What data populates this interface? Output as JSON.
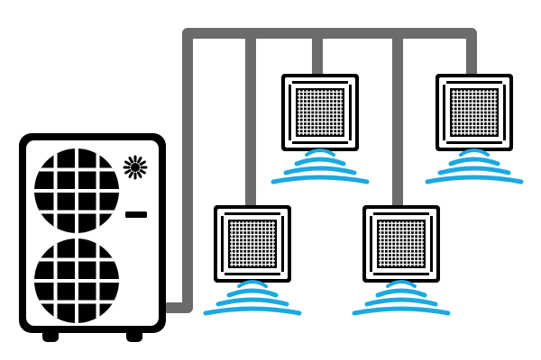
{
  "diagram": {
    "kind": "vrf-multi-split-air-conditioning",
    "components": {
      "outdoor_unit": {
        "icon": "outdoor-condenser-icon",
        "fan_count": 2
      },
      "piping": {
        "icon": "refrigerant-pipe-icon"
      },
      "indoor_units": [
        {
          "id": "cassette-1",
          "icon": "ceiling-cassette-icon"
        },
        {
          "id": "cassette-2",
          "icon": "ceiling-cassette-icon"
        },
        {
          "id": "cassette-3",
          "icon": "ceiling-cassette-icon"
        },
        {
          "id": "cassette-4",
          "icon": "ceiling-cassette-icon"
        }
      ]
    },
    "colors": {
      "outline": "#000000",
      "pipe": "#6b6b6b",
      "airflow": "#1ca8e0",
      "background": "#ffffff"
    }
  }
}
